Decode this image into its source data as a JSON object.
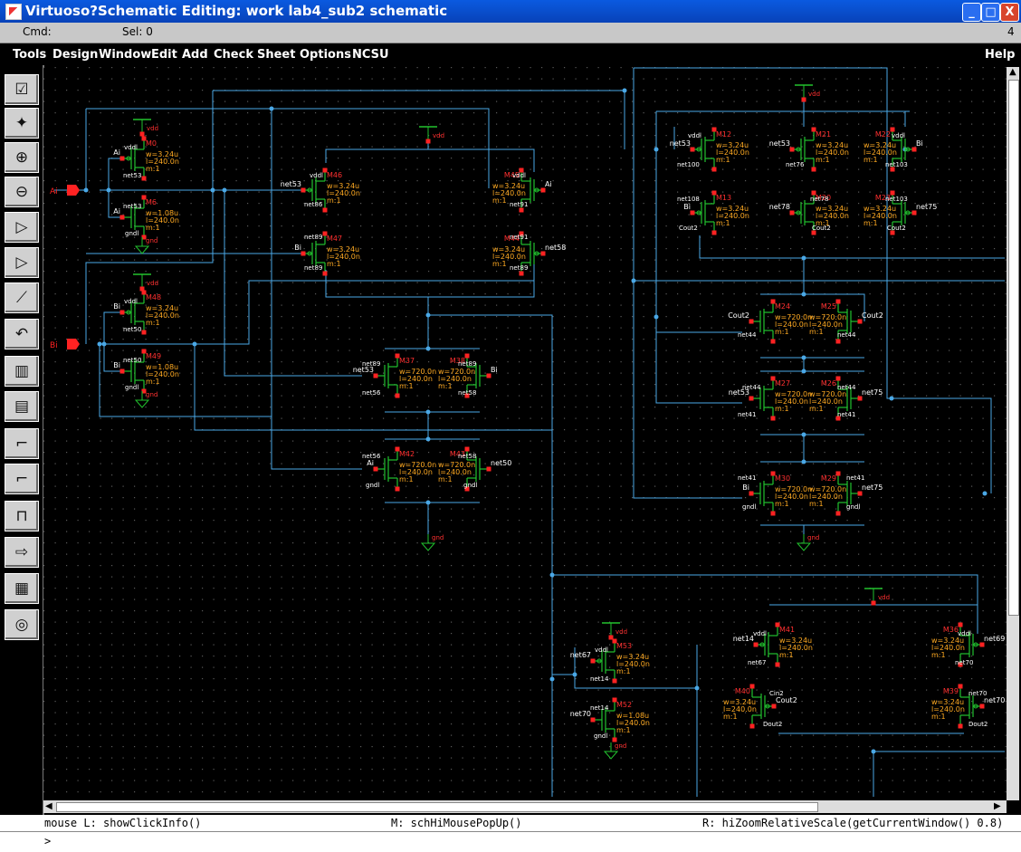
{
  "window": {
    "title": "Virtuoso?Schematic Editing: work lab4_sub2 schematic",
    "minimize": "_",
    "maximize": "□",
    "close": "X"
  },
  "cmdbar": {
    "cmd_label": "Cmd:",
    "sel_label": "Sel: 0",
    "count": "4"
  },
  "menu": [
    "Tools",
    "Design",
    "Window",
    "Edit",
    "Add",
    "Check",
    "Sheet",
    "Options",
    "NCSU"
  ],
  "help": "Help",
  "tools": [
    {
      "icon": "check-save-icon",
      "glyph": "☑"
    },
    {
      "icon": "save-icon",
      "glyph": "✦"
    },
    {
      "icon": "zoom-in-icon",
      "glyph": "⊕"
    },
    {
      "icon": "zoom-out-icon",
      "glyph": "⊖"
    },
    {
      "icon": "stretch-icon",
      "glyph": "▷"
    },
    {
      "icon": "copy-icon",
      "glyph": "▷"
    },
    {
      "icon": "delete-icon",
      "glyph": "⟋"
    },
    {
      "icon": "undo-icon",
      "glyph": "↶"
    },
    {
      "icon": "property-icon",
      "glyph": "▥"
    },
    {
      "icon": "instance-icon",
      "glyph": "▤"
    },
    {
      "icon": "wire-icon",
      "glyph": "⌐"
    },
    {
      "icon": "wire-name-icon",
      "glyph": "⌐"
    },
    {
      "icon": "pin-icon",
      "glyph": "⊓"
    },
    {
      "icon": "label-icon",
      "glyph": "⇨"
    },
    {
      "icon": "descend-icon",
      "glyph": "▦"
    },
    {
      "icon": "return-icon",
      "glyph": "◎"
    }
  ],
  "pins": [
    {
      "name": "Ai"
    },
    {
      "name": "Bi"
    }
  ],
  "supplies": {
    "vdd": "vdd",
    "gnd": "gnd",
    "vddl": "vddl",
    "gndl": "gndl"
  },
  "transistors": [
    {
      "name": "M0",
      "type": "p",
      "w": "w=3.24u",
      "l": "l=240.0n",
      "m": "m:1"
    },
    {
      "name": "M6",
      "type": "n",
      "w": "w=1.08u",
      "l": "l=240.0n",
      "m": "m:1"
    },
    {
      "name": "M48",
      "type": "p",
      "w": "w=3.24u",
      "l": "l=240.0n",
      "m": "m:1"
    },
    {
      "name": "M49",
      "type": "n",
      "w": "w=1.08u",
      "l": "l=240.0n",
      "m": "m:1"
    },
    {
      "name": "M46",
      "type": "p",
      "w": "w=3.24u",
      "l": "l=240.0n",
      "m": "m:1"
    },
    {
      "name": "M47",
      "type": "p",
      "w": "w=3.24u",
      "l": "l=240.0n",
      "m": "m:1"
    },
    {
      "name": "M45",
      "type": "p",
      "w": "w=3.24u",
      "l": "l=240.0n",
      "m": "m:1"
    },
    {
      "name": "M44",
      "type": "p",
      "w": "w=3.24u",
      "l": "l=240.0n",
      "m": "m:1"
    },
    {
      "name": "M37",
      "type": "n",
      "w": "w=720.0n",
      "l": "l=240.0n",
      "m": "m:1"
    },
    {
      "name": "M38",
      "type": "n",
      "w": "w=720.0n",
      "l": "l=240.0n",
      "m": "m:1"
    },
    {
      "name": "M42",
      "type": "n",
      "w": "w=720.0n",
      "l": "l=240.0n",
      "m": "m:1"
    },
    {
      "name": "M43",
      "type": "n",
      "w": "w=720.0n",
      "l": "l=240.0n",
      "m": "m:1"
    },
    {
      "name": "M12",
      "type": "p",
      "w": "w=3.24u",
      "l": "l=240.0n",
      "m": "m:1"
    },
    {
      "name": "M21",
      "type": "p",
      "w": "w=3.24u",
      "l": "l=240.0n",
      "m": "m:1"
    },
    {
      "name": "M22",
      "type": "p",
      "w": "w=3.24u",
      "l": "l=240.0n",
      "m": "m:1"
    },
    {
      "name": "M13",
      "type": "p",
      "w": "w=3.24u",
      "l": "l=240.0n",
      "m": "m:1"
    },
    {
      "name": "M20",
      "type": "p",
      "w": "w=3.24u",
      "l": "l=240.0n",
      "m": "m:1"
    },
    {
      "name": "M23",
      "type": "p",
      "w": "w=3.24u",
      "l": "l=240.0n",
      "m": "m:1"
    },
    {
      "name": "M24",
      "type": "n",
      "w": "w=720.0n",
      "l": "l=240.0n",
      "m": "m:1"
    },
    {
      "name": "M25",
      "type": "n",
      "w": "w=720.0n",
      "l": "l=240.0n",
      "m": "m:1"
    },
    {
      "name": "M27",
      "type": "n",
      "w": "w=720.0n",
      "l": "l=240.0n",
      "m": "m:1"
    },
    {
      "name": "M26",
      "type": "n",
      "w": "w=720.0n",
      "l": "l=240.0n",
      "m": "m:1"
    },
    {
      "name": "M30",
      "type": "n",
      "w": "w=720.0n",
      "l": "l=240.0n",
      "m": "m:1"
    },
    {
      "name": "M29",
      "type": "n",
      "w": "w=720.0n",
      "l": "l=240.0n",
      "m": "m:1"
    },
    {
      "name": "M53",
      "type": "p",
      "w": "w=3.24u",
      "l": "l=240.0n",
      "m": "m:1"
    },
    {
      "name": "M52",
      "type": "n",
      "w": "w=1.08u",
      "l": "l=240.0n",
      "m": "m:1"
    },
    {
      "name": "M41",
      "type": "p",
      "w": "w=3.24u",
      "l": "l=240.0n",
      "m": "m:1"
    },
    {
      "name": "M40",
      "type": "p",
      "w": "w=3.24u",
      "l": "l=240.0n",
      "m": "m:1"
    },
    {
      "name": "M36",
      "type": "p",
      "w": "w=3.24u",
      "l": "l=240.0n",
      "m": "m:1"
    },
    {
      "name": "M39",
      "type": "p",
      "w": "w=3.24u",
      "l": "l=240.0n",
      "m": "m:1"
    }
  ],
  "nets": [
    "net53",
    "net50",
    "net86",
    "net89",
    "net91",
    "net58",
    "net56",
    "net100",
    "net108",
    "net76",
    "net78",
    "net103",
    "net75",
    "net44",
    "net41",
    "net14",
    "net67",
    "net69",
    "net70",
    "Cout2",
    "Cin2",
    "Dout2",
    "Ai",
    "Bi"
  ],
  "status": {
    "left": "mouse L: showClickInfo()",
    "mid": "M: schHiMousePopUp()",
    "right": "R: hiZoomRelativeScale(getCurrentWindow() 0.8)"
  },
  "prompt": ">",
  "colors": {
    "wire": "#4aa8e6",
    "device": "#22c22e",
    "label_red": "#ff3030",
    "param_orange": "#ffaa22",
    "pin_red": "#ff2222",
    "grid": "#555555"
  }
}
